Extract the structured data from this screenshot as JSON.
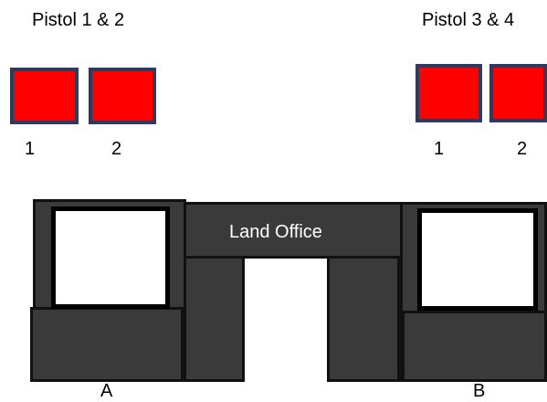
{
  "pistol_groups": [
    {
      "title": "Pistol 1 & 2",
      "targets": [
        {
          "number": "1"
        },
        {
          "number": "2"
        }
      ]
    },
    {
      "title": "Pistol 3 & 4",
      "targets": [
        {
          "number": "1"
        },
        {
          "number": "2"
        }
      ]
    }
  ],
  "building": {
    "office_label": "Land Office",
    "left_label": "A",
    "right_label": "B"
  },
  "colors": {
    "target_fill": "#ff0000",
    "target_border": "#2f3a5c",
    "building_fill": "#3a3a3a"
  }
}
